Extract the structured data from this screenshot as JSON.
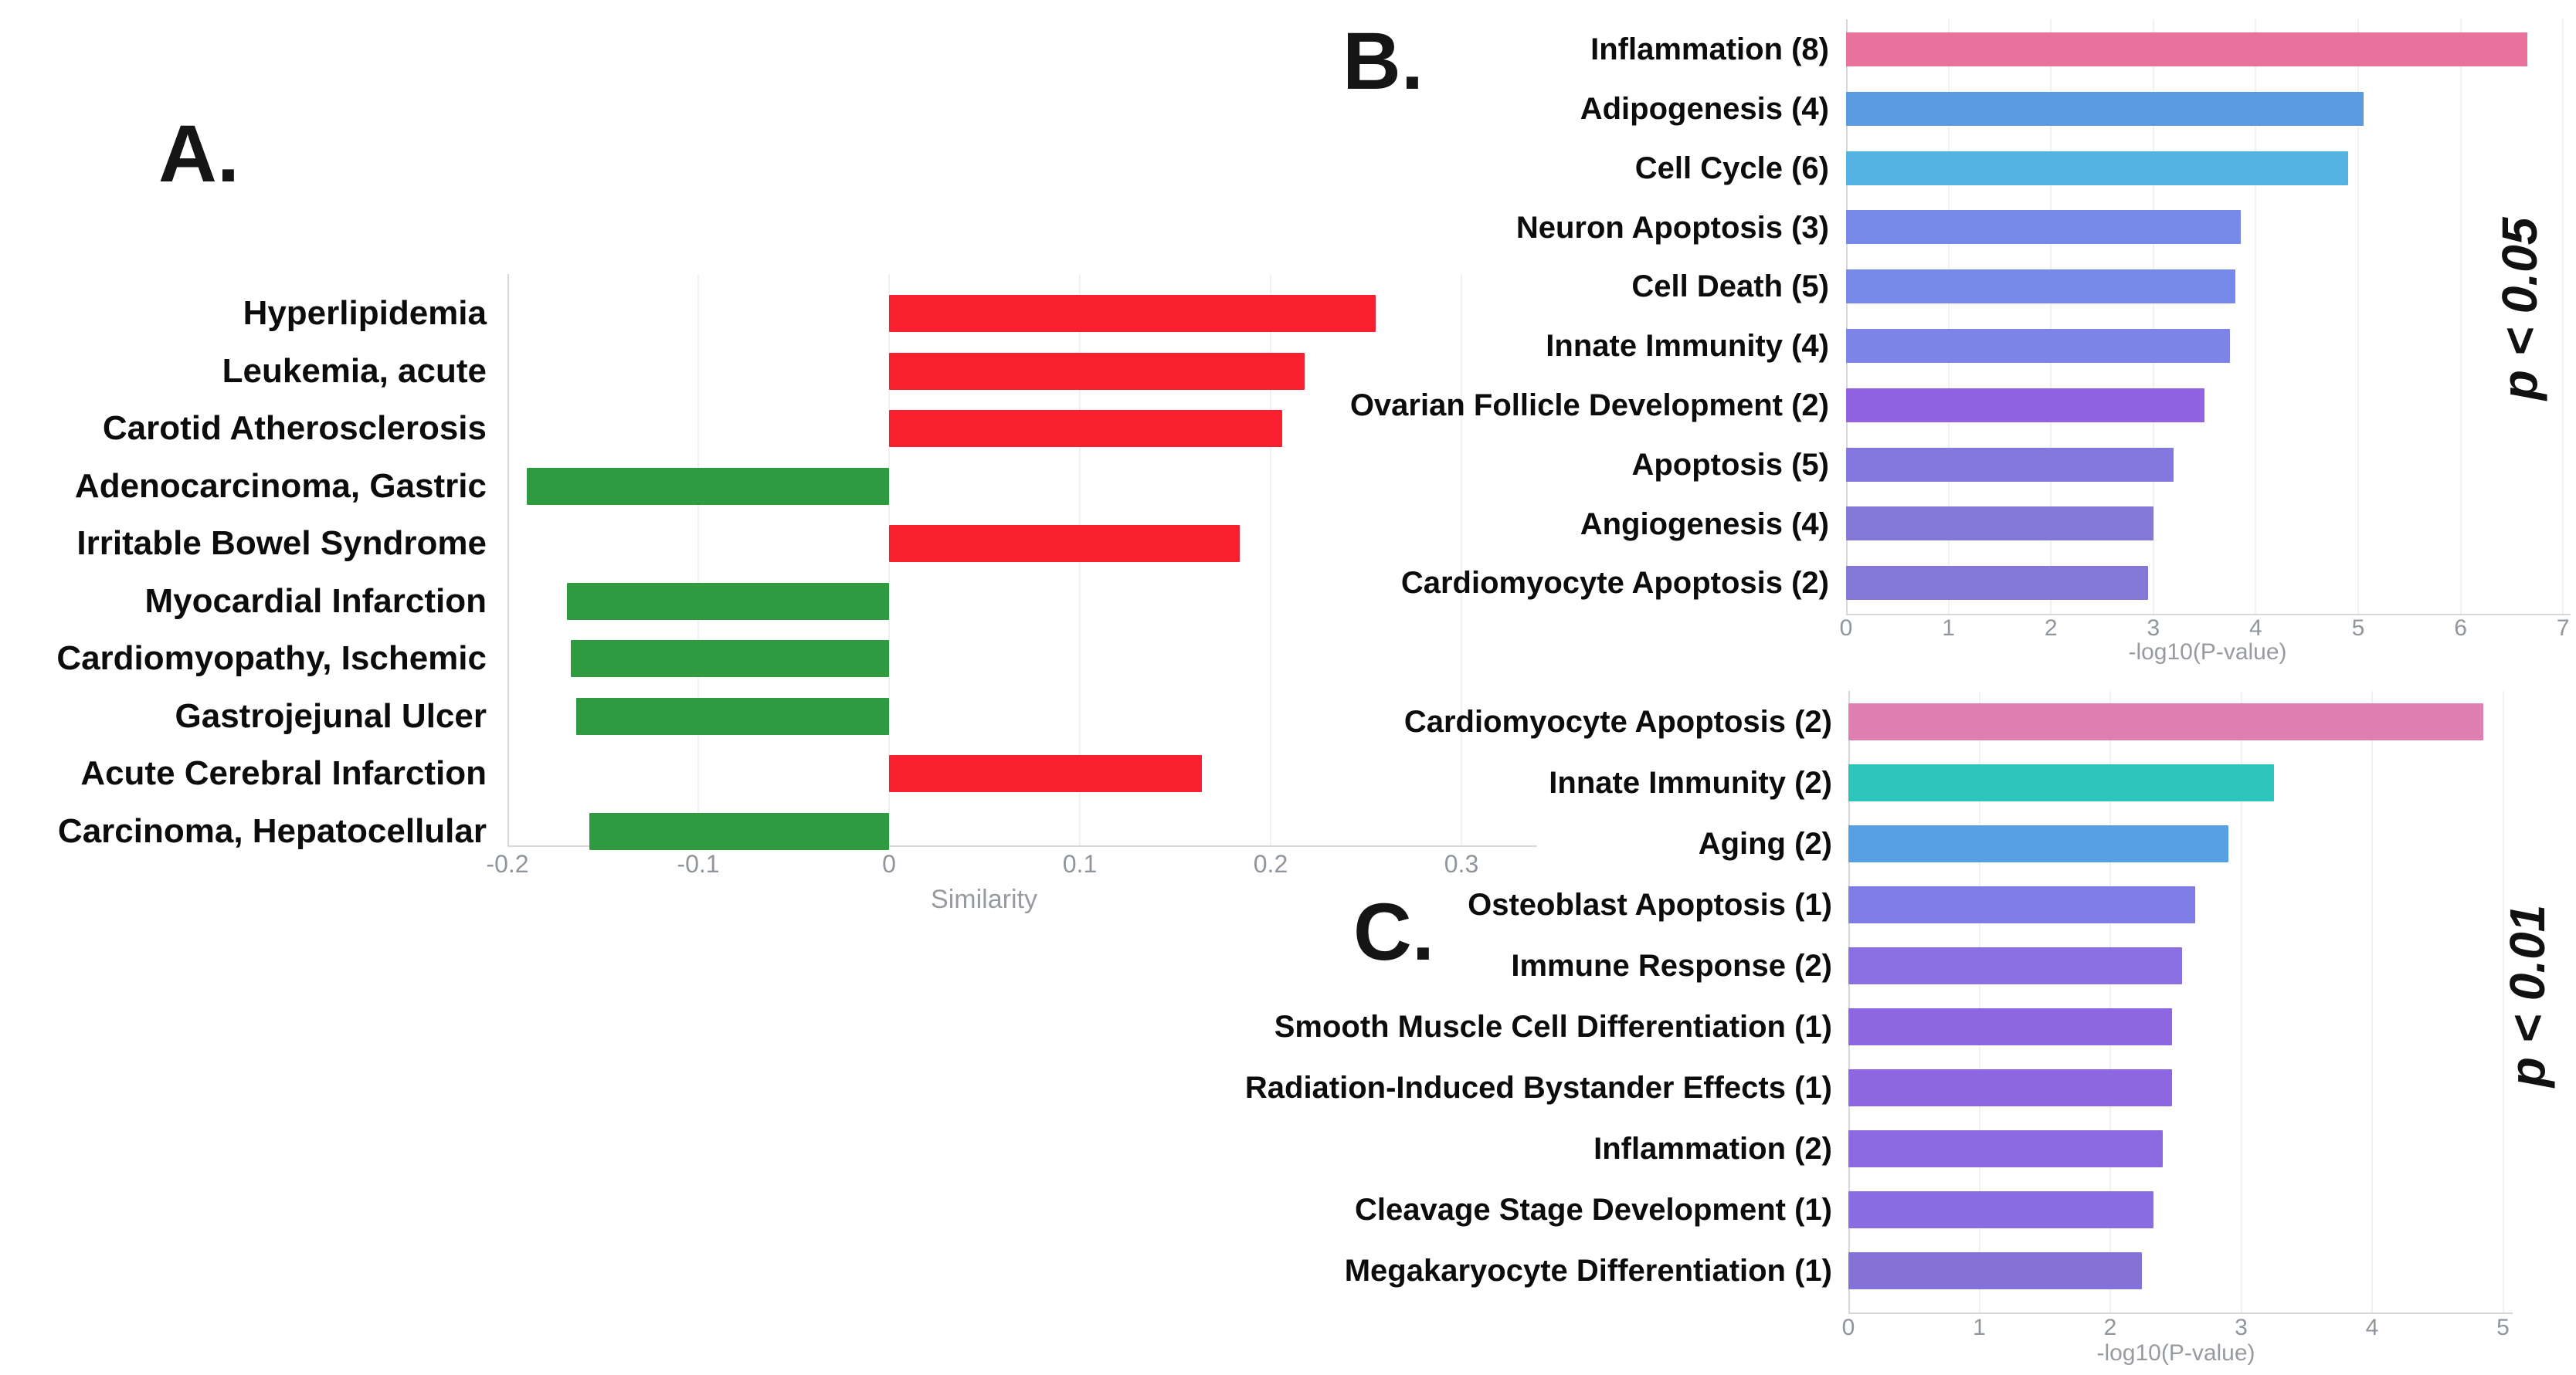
{
  "figure_background": "#ffffff",
  "chart_data": [
    {
      "id": "A",
      "type": "bar",
      "orientation": "horizontal",
      "panel_label": "A.",
      "title": "",
      "xlabel": "Similarity",
      "ylabel": "",
      "xlim": [
        -0.2,
        0.3
      ],
      "xticks": [
        "-0.2",
        "-0.1",
        "0",
        "0.1",
        "0.2",
        "0.3"
      ],
      "xtick_values": [
        -0.2,
        -0.1,
        0,
        0.1,
        0.2,
        0.3
      ],
      "grid": true,
      "legend_position": "none",
      "positive_color": "#f8202e",
      "negative_color": "#2f9b40",
      "categories": [
        "Hyperlipidemia",
        "Leukemia, acute",
        "Carotid Atherosclerosis",
        "Adenocarcinoma, Gastric",
        "Irritable Bowel Syndrome",
        "Myocardial Infarction",
        "Cardiomyopathy, Ischemic",
        "Gastrojejunal Ulcer",
        "Acute Cerebral Infarction",
        "Carcinoma, Hepatocellular"
      ],
      "values": [
        0.255,
        0.218,
        0.206,
        -0.19,
        0.184,
        -0.169,
        -0.167,
        -0.164,
        0.164,
        -0.157
      ],
      "bar_colors": [
        "#f8202e",
        "#f8202e",
        "#f8202e",
        "#2f9b40",
        "#f8202e",
        "#2f9b40",
        "#2f9b40",
        "#2f9b40",
        "#f8202e",
        "#2f9b40"
      ]
    },
    {
      "id": "B",
      "type": "bar",
      "orientation": "horizontal",
      "panel_label": "B.",
      "side_label": "p < 0.05",
      "title": "",
      "xlabel": "-log10(P-value)",
      "ylabel": "",
      "xlim": [
        0,
        7
      ],
      "xticks": [
        "0",
        "1",
        "2",
        "3",
        "4",
        "5",
        "6",
        "7"
      ],
      "xtick_values": [
        0,
        1,
        2,
        3,
        4,
        5,
        6,
        7
      ],
      "grid": true,
      "legend_position": "none",
      "categories": [
        "Inflammation (8)",
        "Adipogenesis (4)",
        "Cell Cycle (6)",
        "Neuron Apoptosis (3)",
        "Cell Death (5)",
        "Innate Immunity (4)",
        "Ovarian Follicle Development (2)",
        "Apoptosis (5)",
        "Angiogenesis (4)",
        "Cardiomyocyte Apoptosis (2)"
      ],
      "values": [
        6.65,
        5.05,
        4.9,
        3.85,
        3.8,
        3.75,
        3.5,
        3.2,
        3.0,
        2.95
      ],
      "bar_colors": [
        "#e8729c",
        "#5b9be0",
        "#55b3e3",
        "#7689e8",
        "#7689e8",
        "#7c84e8",
        "#9163e2",
        "#8478de",
        "#8378d6",
        "#8378d6"
      ]
    },
    {
      "id": "C",
      "type": "bar",
      "orientation": "horizontal",
      "panel_label": "C.",
      "side_label": "p < 0.01",
      "title": "",
      "xlabel": "-log10(P-value)",
      "ylabel": "",
      "xlim": [
        0,
        5
      ],
      "xticks": [
        "0",
        "1",
        "2",
        "3",
        "4",
        "5"
      ],
      "xtick_values": [
        0,
        1,
        2,
        3,
        4,
        5
      ],
      "grid": true,
      "legend_position": "none",
      "categories": [
        "Cardiomyocyte Apoptosis (2)",
        "Innate Immunity (2)",
        "Aging (2)",
        "Osteoblast Apoptosis (1)",
        "Immune Response (2)",
        "Smooth Muscle Cell Differentiation (1)",
        "Radiation-Induced Bystander Effects (1)",
        "Inflammation (2)",
        "Cleavage Stage Development (1)",
        "Megakaryocyte Differentiation (1)"
      ],
      "values": [
        4.85,
        3.25,
        2.9,
        2.65,
        2.55,
        2.47,
        2.47,
        2.4,
        2.33,
        2.24
      ],
      "bar_colors": [
        "#de7fb0",
        "#2cc5bc",
        "#57a0e2",
        "#7f7ce5",
        "#8a70e2",
        "#8d67e2",
        "#8d67e2",
        "#8b69e0",
        "#8a6ce2",
        "#8472d8"
      ]
    }
  ]
}
